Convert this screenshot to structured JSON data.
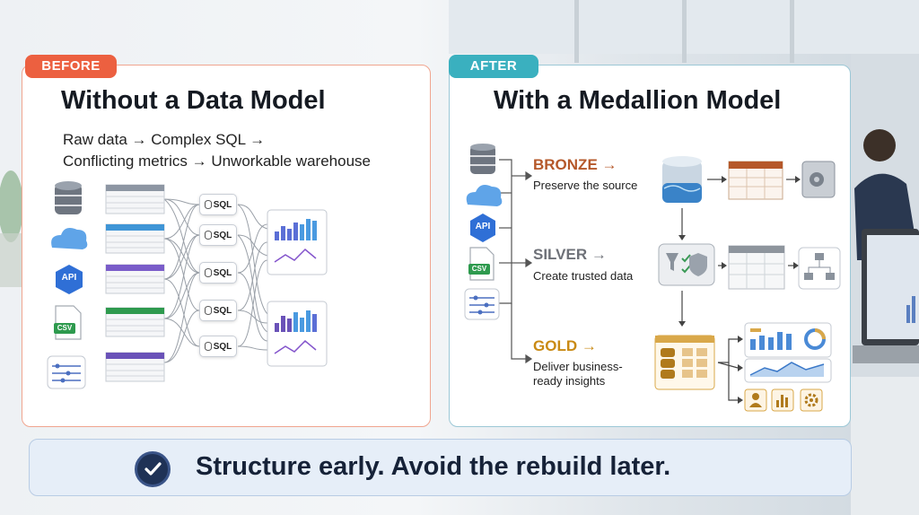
{
  "before": {
    "tag": "BEFORE",
    "title": "Without a Data Model",
    "line1": "Raw data → Complex SQL →",
    "line2": "Conflicting metrics → Unworkable warehouse",
    "sql_label": "SQL",
    "api_label": "API",
    "csv_label": "CSV"
  },
  "after": {
    "tag": "AFTER",
    "title": "With a Medallion Model",
    "api_label": "API",
    "csv_label": "CSV",
    "bronze": {
      "label": "BRONZE →",
      "desc": "Preserve the source",
      "color": "#b5582a"
    },
    "silver": {
      "label": "SILVER →",
      "desc": "Create trusted data",
      "color": "#6e7178"
    },
    "gold": {
      "label": "GOLD →",
      "desc": "Deliver business-ready insights",
      "color": "#c98a14"
    }
  },
  "banner": {
    "text": "Structure early. Avoid the rebuild later.",
    "icon": "check-circle-icon"
  },
  "colors": {
    "before_accent": "#ec6040",
    "after_accent": "#3ab0bf",
    "banner_bg": "#e6eef8"
  }
}
